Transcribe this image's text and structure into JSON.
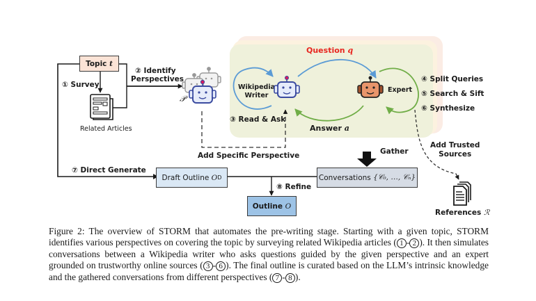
{
  "diagram": {
    "topic": {
      "label": "Topic",
      "var": "t"
    },
    "survey": {
      "num": "①",
      "label": "Survey"
    },
    "related_articles": "Related Articles",
    "identify": {
      "num": "②",
      "line1": "Identify",
      "line2": "Perspectives"
    },
    "perspectives_symbol": "𝒫",
    "question": {
      "label": "Question",
      "var": "q"
    },
    "answer": {
      "label": "Answer",
      "var": "a"
    },
    "wiki_writer": {
      "line1": "Wikipedia",
      "line2": "Writer"
    },
    "expert": "Expert",
    "read_ask": {
      "num": "③",
      "label": "Read & Ask"
    },
    "steps": [
      {
        "num": "④",
        "label": "Split Queries"
      },
      {
        "num": "⑤",
        "label": "Search & Sift"
      },
      {
        "num": "⑥",
        "label": "Synthesize"
      }
    ],
    "add_specific": "Add Specific Perspective",
    "gather": "Gather",
    "add_trusted": {
      "line1": "Add Trusted",
      "line2": "Sources"
    },
    "direct_generate": {
      "num": "⑦",
      "label": "Direct Generate"
    },
    "draft_outline": {
      "label": "Draft Outline",
      "var": "O",
      "sub": "D"
    },
    "conversations": {
      "label": "Conversations",
      "math": "{𝒞₀, …, 𝒞ₙ}"
    },
    "refine": {
      "num": "⑧",
      "label": "Refine"
    },
    "outline": {
      "label": "Outline",
      "var": "O"
    },
    "references": {
      "label": "References",
      "var": "ℛ"
    },
    "colors": {
      "topic_fill": "#fbe3d6",
      "draft_fill": "#dae8f5",
      "conv_fill": "#d6dce5",
      "outline_fill": "#9dc3e6",
      "question_red": "#e8261f",
      "blue_arrow": "#5b9bd5",
      "green_arrow": "#70ad47",
      "writer_bot": "#3b4ba0",
      "expert_bot": "#e8956b",
      "panel_outer": "#fbeee6",
      "panel_mid": "#fdf3e0",
      "panel_inner": "#eef0da"
    }
  },
  "caption": {
    "p1": "Figure 2: The overview of STORM that automates the pre-writing stage. Starting with a given topic, STORM identifies various perspectives on covering the topic by surveying related Wikipedia articles (",
    "c1": "1",
    "c2": "2",
    "p2": "). It then simulates conversations between a Wikipedia writer who asks questions guided by the given perspective and an expert grounded on trustworthy online sources (",
    "c3": "3",
    "c6": "6",
    "p3": "). The final outline is curated based on the LLM’s intrinsic knowledge and the gathered conversations from different perspectives (",
    "c7": "7",
    "c8": "8",
    "p4": ")."
  }
}
